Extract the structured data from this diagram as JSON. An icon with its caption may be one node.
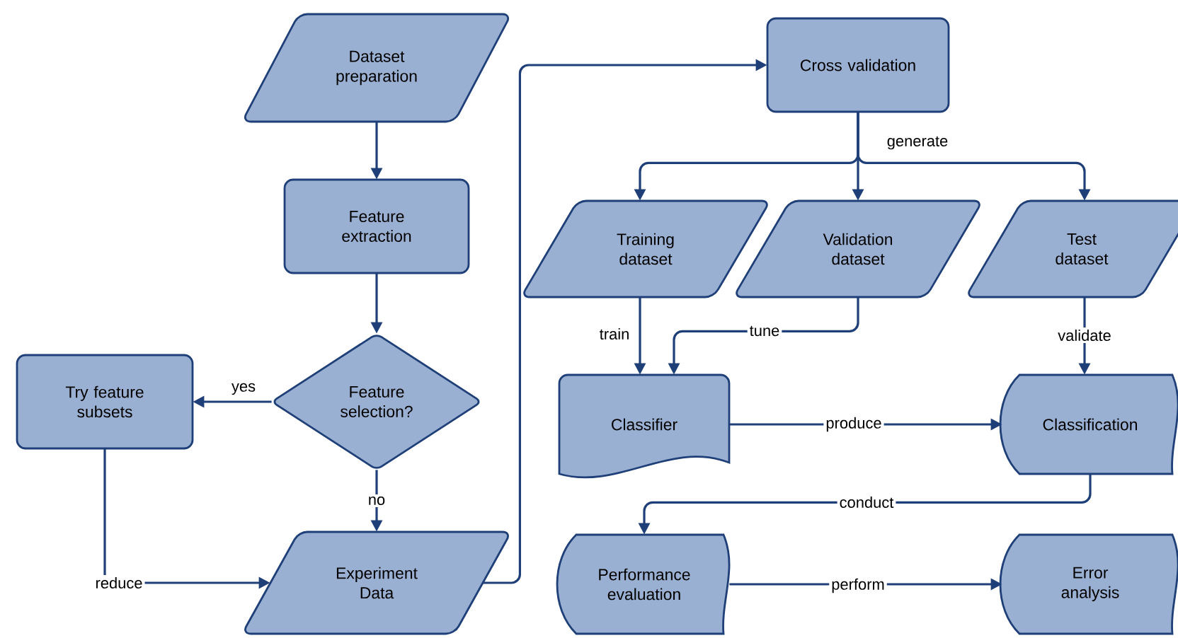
{
  "diagram": {
    "nodes": [
      {
        "text": [
          "Dataset preparation"
        ]
      },
      {
        "text": [
          "Feature extraction"
        ]
      },
      {
        "text": [
          "Feature selection?"
        ]
      },
      {
        "text": [
          "Try feature subsets"
        ]
      },
      {
        "text": [
          "Experiment Data"
        ]
      },
      {
        "text": [
          "Cross validation"
        ]
      },
      {
        "text": [
          "Training dataset"
        ]
      },
      {
        "text": [
          "Validation dataset"
        ]
      },
      {
        "text": [
          "Test dataset"
        ]
      },
      {
        "text": [
          "Classifier"
        ]
      },
      {
        "text": [
          "Classification"
        ]
      },
      {
        "text": [
          "Performance evaluation"
        ]
      },
      {
        "text": [
          "Error analysis"
        ]
      }
    ],
    "edges": [
      {
        "from": 0,
        "to": 1,
        "arrow": "to"
      },
      {
        "from": 1,
        "to": 2,
        "arrow": "to"
      },
      {
        "from": 2,
        "to": 3,
        "arrow": "to",
        "label": "yes"
      },
      {
        "from": 2,
        "to": 4,
        "arrow": "to",
        "label": "no"
      },
      {
        "from": 3,
        "to": 4,
        "arrow": "to",
        "label": "reduce"
      },
      {
        "from": 4,
        "to": 5,
        "arrow": "to"
      },
      {
        "from": 5,
        "to": 6,
        "arrow": "to"
      },
      {
        "from": 5,
        "to": 7,
        "arrow": "to",
        "label": "generate"
      },
      {
        "from": 5,
        "to": 8,
        "arrow": "to"
      },
      {
        "from": 6,
        "to": 9,
        "arrow": "to",
        "label": "train"
      },
      {
        "from": 7,
        "to": 9,
        "arrow": "to",
        "label": "tune"
      },
      {
        "from": 8,
        "to": 10,
        "arrow": "to",
        "label": "validate"
      },
      {
        "from": 9,
        "to": 10,
        "arrow": "to",
        "label": "produce"
      },
      {
        "from": 10,
        "to": 11,
        "arrow": "to",
        "label": "conduct"
      },
      {
        "from": 11,
        "to": 12,
        "arrow": "to",
        "label": "perform"
      }
    ]
  }
}
